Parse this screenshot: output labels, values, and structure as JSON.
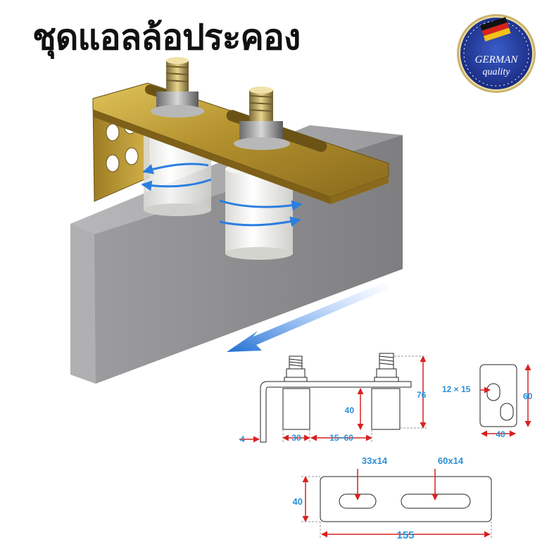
{
  "title": "ชุดแอลล้อประคอง",
  "badge": {
    "line1": "GERMAN",
    "line2": "quality"
  },
  "colors": {
    "dimension_text": "#2a8fd6",
    "dimension_arrow": "#d92020",
    "bracket_metal": "#c9a23a",
    "rail": "#8d8d8f",
    "motion_arrow": "#1f6fd1"
  },
  "side_view": {
    "height_total": "76",
    "roller_height": "40",
    "plate_thickness": "4",
    "roller_width": "30",
    "roller_gap": "15~60"
  },
  "end_view": {
    "hole": "12 × 15",
    "height": "60",
    "width": "40"
  },
  "plate_view": {
    "slot_left": "33x14",
    "slot_right": "60x14",
    "height": "40",
    "length": "155"
  }
}
